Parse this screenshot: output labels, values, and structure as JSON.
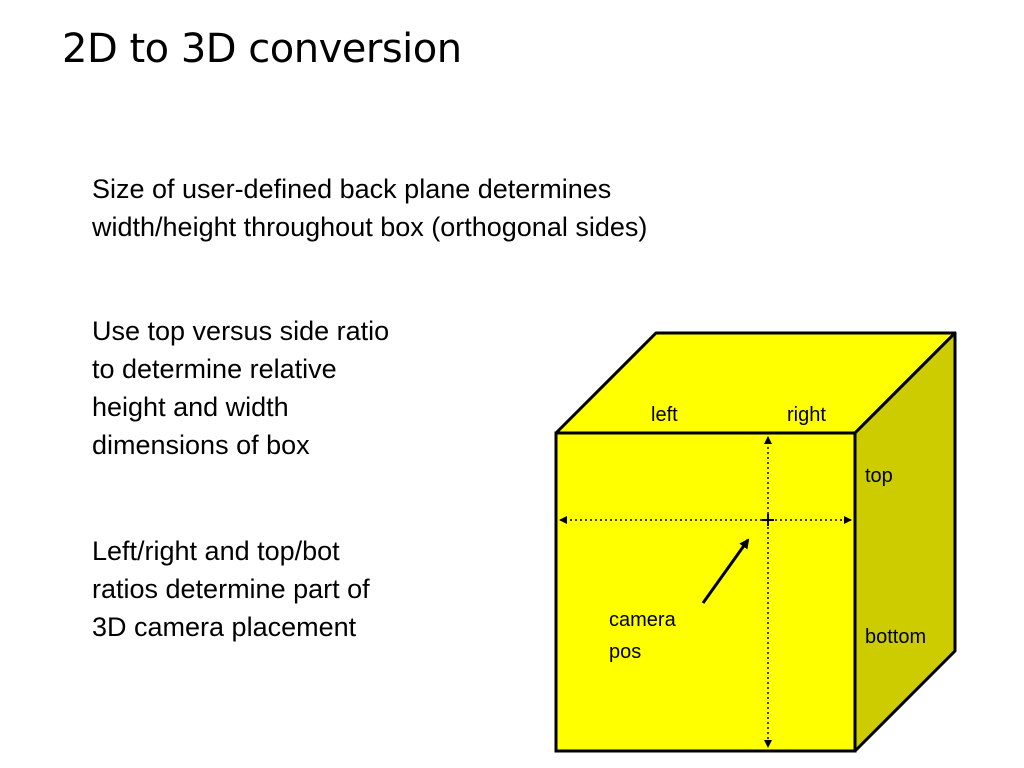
{
  "slide": {
    "title": "2D to 3D conversion",
    "paragraphs": [
      {
        "lines": [
          "Size of user-defined back plane determines",
          "width/height throughout box (orthogonal sides)"
        ]
      },
      {
        "lines": [
          "Use top versus side ratio",
          "to determine relative",
          "height and width",
          "dimensions of box"
        ]
      },
      {
        "lines": [
          "Left/right and top/bot",
          "ratios determine part of",
          "3D camera placement"
        ]
      }
    ]
  },
  "diagram": {
    "labels": {
      "left": "left",
      "right": "right",
      "top": "top",
      "bottom": "bottom",
      "camera_line1": "camera",
      "camera_line2": "pos"
    },
    "colors": {
      "front_face": "#ffff00",
      "top_face": "#ffff00",
      "side_face": "#cccc00",
      "edge": "#000000"
    }
  }
}
